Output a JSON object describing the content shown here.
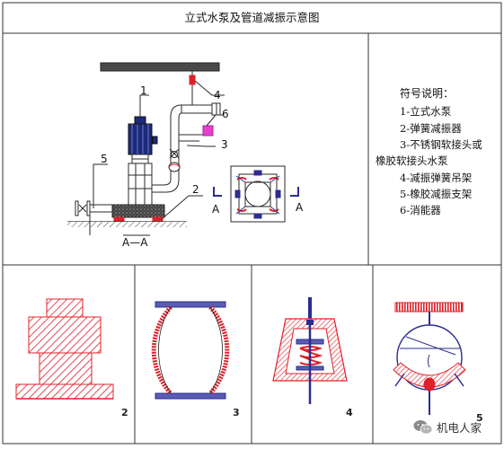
{
  "title": "立式水泵及管道减振示意图",
  "legend": {
    "heading": "符号说明：",
    "items": [
      "1-立式水泵",
      "2-弹簧减振器",
      "3-不锈钢软接头或",
      "橡胶软接头水泵",
      "4-减振弹簧吊架",
      "5-橡胶减振支架",
      "6-消能器"
    ]
  },
  "callouts": [
    "1",
    "2",
    "3",
    "4",
    "5",
    "6"
  ],
  "section_marks": {
    "left": "A",
    "right": "A",
    "caption": "A—A"
  },
  "panel_numbers": [
    "2",
    "3",
    "4",
    "5"
  ],
  "watermark": {
    "text": "机电人家"
  },
  "colors": {
    "line": "#2a2a2a",
    "hatch": "#e0202a",
    "steel": "#2b2d8f",
    "magenta": "#e83fd0",
    "pump_blue": "#1c2a7a"
  }
}
